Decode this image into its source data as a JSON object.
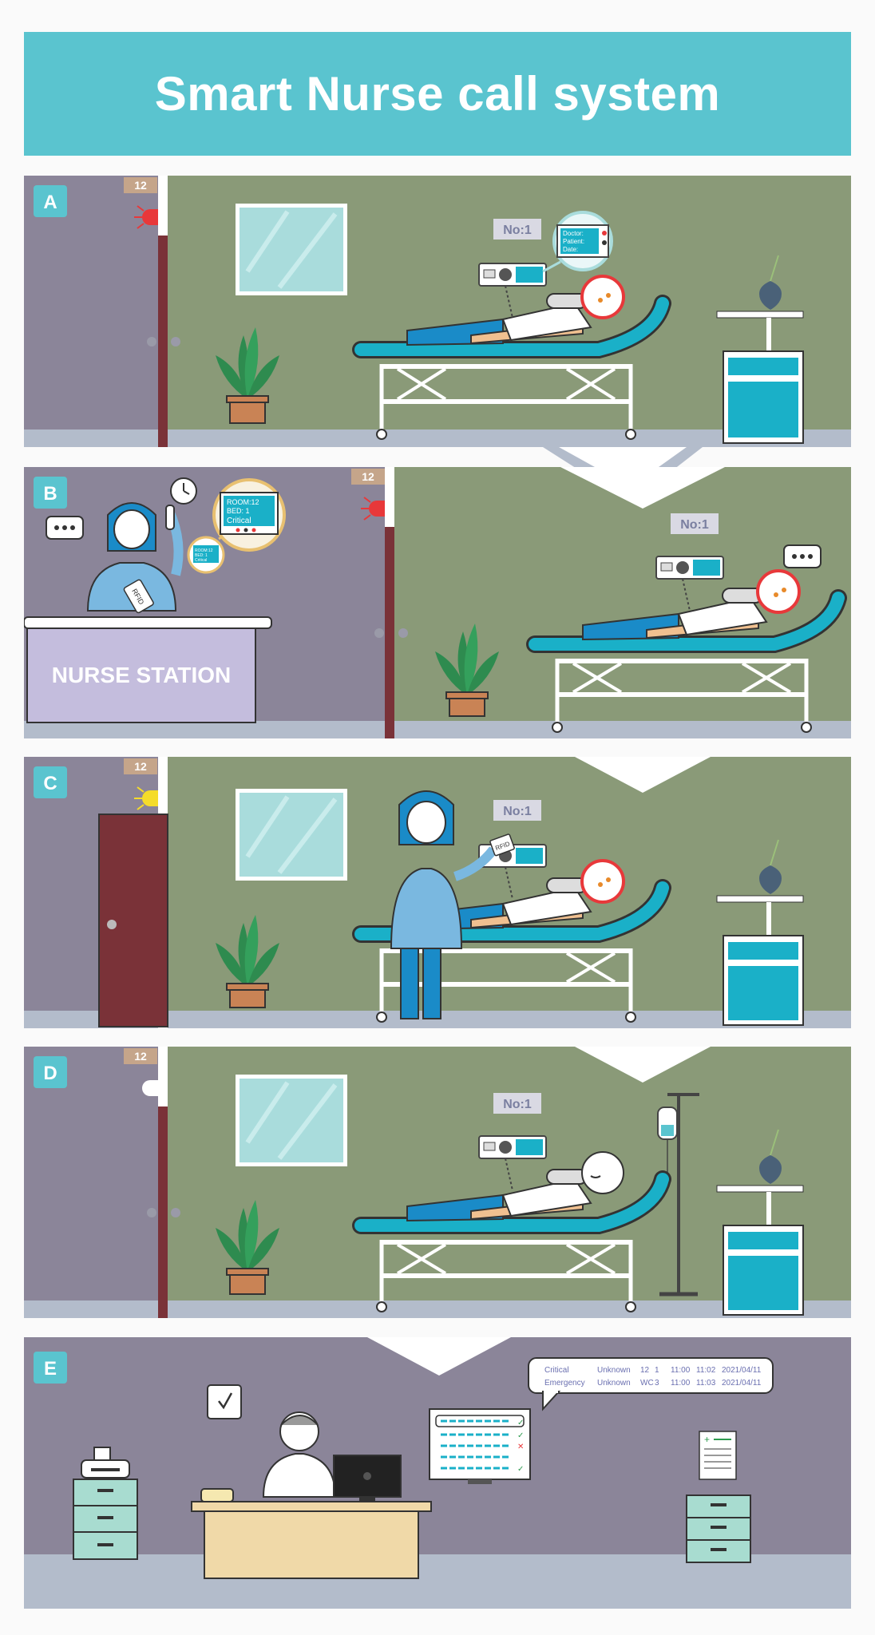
{
  "title": "Smart Nurse call system",
  "panels": {
    "a": {
      "letter": "A",
      "room": "12",
      "bed_no": "No:1",
      "device_lines": [
        "Doctor:",
        "Patient:",
        "Date:"
      ]
    },
    "b": {
      "letter": "B",
      "room": "12",
      "bed_no": "No:1",
      "station_label": "NURSE STATION",
      "rfid": "RFID",
      "screen_lines": [
        "ROOM:12",
        "BED: 1",
        "Critical"
      ],
      "small_screen_lines": [
        "ROOM:12",
        "BED: 1",
        "Critical"
      ]
    },
    "c": {
      "letter": "C",
      "room": "12",
      "bed_no": "No:1",
      "rfid": "RFID"
    },
    "d": {
      "letter": "D",
      "room": "12",
      "bed_no": "No:1"
    },
    "e": {
      "letter": "E",
      "log": [
        {
          "type": "Critical",
          "name": "Unknown",
          "room": "12",
          "bed": "1",
          "start": "11:00",
          "end": "11:02",
          "date": "2021/04/11"
        },
        {
          "type": "Emergency",
          "name": "Unknown",
          "room": "WC",
          "bed": "3",
          "start": "11:00",
          "end": "11:03",
          "date": "2021/04/11"
        }
      ]
    }
  },
  "colors": {
    "header": "#5ac4cf",
    "wall_green": "#8a9a78",
    "wall_purple": "#8b8599",
    "floor": "#b3bccb",
    "teal": "#1ab0c8",
    "alarm_red": "#e8383a",
    "light_yellow": "#f5dc2a",
    "door": "#7a3238"
  }
}
